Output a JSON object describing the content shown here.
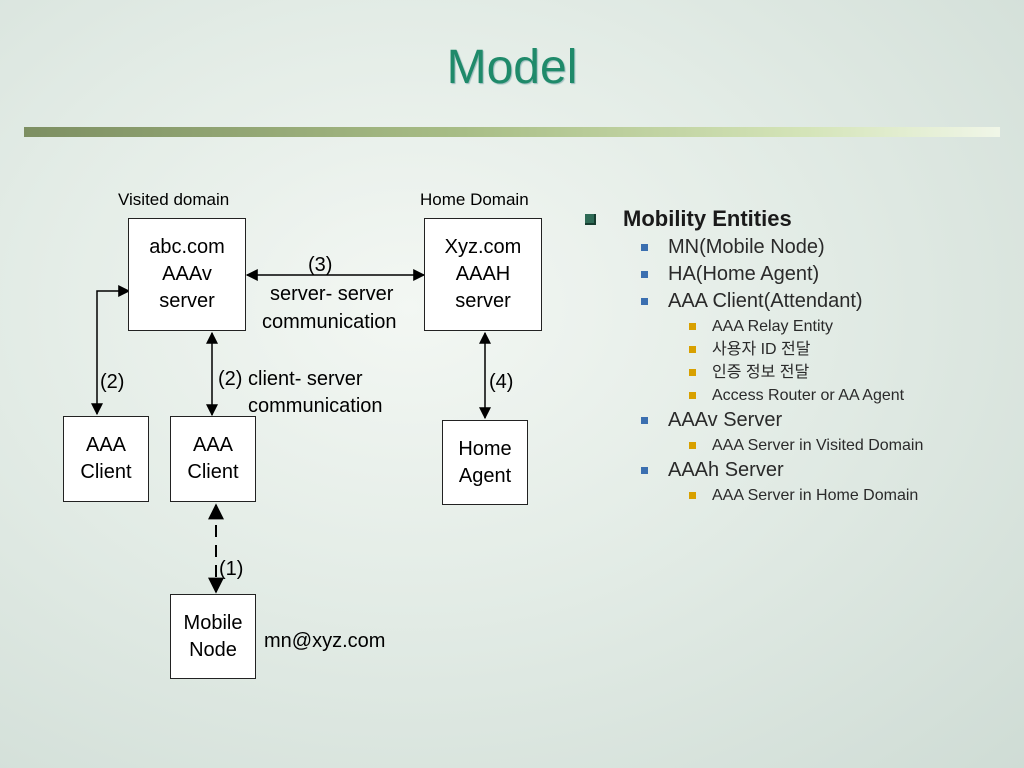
{
  "slide": {
    "title": "Model"
  },
  "diagram": {
    "visited_domain_label": "Visited domain",
    "home_domain_label": "Home Domain",
    "aaav_box": [
      "abc.com",
      "AAAv",
      "server"
    ],
    "aaah_box": [
      "Xyz.com",
      "AAAH",
      "server"
    ],
    "aaa_client_left": [
      "AAA",
      "Client"
    ],
    "aaa_client_right": [
      "AAA",
      "Client"
    ],
    "home_agent": [
      "Home",
      "Agent"
    ],
    "mobile_node": [
      "Mobile",
      "Node"
    ],
    "label_3": "(3)",
    "label_server_server": "server- server",
    "label_server_comm": "communication",
    "label_2_left": "(2)",
    "label_2_client": "(2) client- server",
    "label_client_comm": "communication",
    "label_4": "(4)",
    "label_1": "(1)",
    "mn_address": "mn@xyz.com"
  },
  "bullets": {
    "heading": "Mobility Entities",
    "items": [
      {
        "label": "MN(Mobile Node)",
        "sub": []
      },
      {
        "label": "HA(Home Agent)",
        "sub": []
      },
      {
        "label": "AAA Client(Attendant)",
        "sub": [
          "AAA Relay Entity",
          "사용자 ID 전달",
          "인증 정보 전달",
          "Access Router or AA Agent"
        ]
      },
      {
        "label": "AAAv Server",
        "sub": [
          "AAA Server in Visited Domain"
        ]
      },
      {
        "label": "AAAh Server",
        "sub": [
          "AAA Server in Home Domain"
        ]
      }
    ]
  },
  "colors": {
    "title": "#1f8a6a",
    "level1_marker": "#2e6a55",
    "level2_marker": "#3b6fb0",
    "level3_marker": "#d8a000"
  }
}
